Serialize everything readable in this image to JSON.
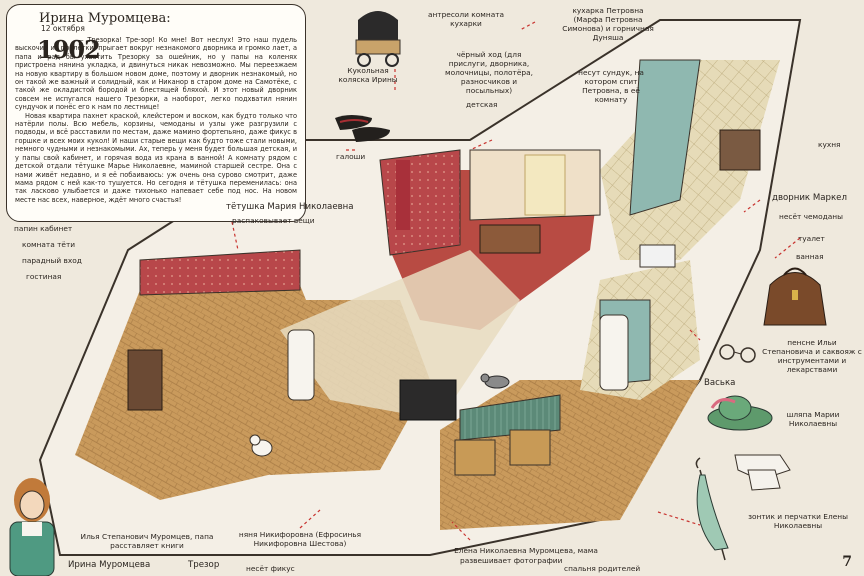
{
  "diary": {
    "author": "Ирина Муромцева:",
    "date": "12 октября",
    "year": "1902",
    "paragraph1": "— Трезорка! Тре-зор! Ко мне! Вот неслух! Это наш пудель выскочил из пролётки, прыгает вокруг незнакомого дворника и громко лает, а папа и рад бы ухватить Трезорку за ошейник, но у папы на коленях пристроена нянина укладка, и двинуться никак невозможно. Мы переезжаем на новую квартиру в большом новом доме, поэтому и дворник незнакомый, но он такой же важный и солидный, как и Никанор в старом доме на Самотёке, с такой же окладистой бородой и блестящей бляхой. И этот новый дворник совсем не испугался нашего Трезорки, а наоборот, легко подхватил нянин сундучок и понёс его к нам по лестнице!",
    "paragraph2": "Новая квартира пахнет краской, клейстером и воском, как будто только что натёрли полы. Всю мебель, корзины, чемоданы и узлы уже разгрузили с подводы, и всё расставили по местам, даже мамино фортепьяно, даже фикус в горшке и всех моих кукол! И наши старые вещи как будто тоже стали новыми, немного чудными и незнакомыми. Ах, теперь у меня будет большая детская, и у папы свой кабинет, и горячая вода из крана в ванной! А комнату рядом с детской отдали тётушке Марье Николаевне, маминой старшей сестре. Она с нами живёт недавно, и я её побаиваюсь: уж очень она сурово смотрит, даже мама рядом с ней как-то тушуется. Но сегодня и тётушка переменилась: она так ласково улыбается и даже тихонько напевает себе под нос. На новом месте нас всех, наверное, ждёт много счастья!"
  },
  "labels": {
    "doll_pram": "Кукольная коляска Ирины",
    "galoshes": "галоши",
    "mezzanine": "антресоли комната кухарки",
    "back_entrance": "чёрный ход (для прислуги, дворника, молочницы, полотёра, разносчиков и посыльных)",
    "nursery": "детская",
    "cook": "кухарка Петровна (Марфа Петровна Симонова) и горничная Дуняша",
    "cook_action": "несут сундук, на котором спит Петровна, в её комнату",
    "kitchen": "кухня",
    "janitor": "дворник Маркел",
    "janitor_action": "несёт чемоданы",
    "toilet": "туалет",
    "bathroom": "ванная",
    "pince_nez": "пенсне Ильи Степановича и саквояж с инструментами и лекарствами",
    "vaska": "Васька",
    "hat": "шляпа Марии Николаевны",
    "parasol": "зонтик и перчатки Елены Николаевны",
    "aunt": "тётушка Мария Николаевна",
    "aunt_action": "распаковывает вещи",
    "papa_study": "папин кабинет",
    "aunt_room": "комната тёти",
    "front_entrance": "парадный вход",
    "living_room": "гостиная",
    "father": "Илья Степанович Муромцев, папа расставляет книги",
    "irina": "Ирина Муромцева",
    "trezor": "Трезор",
    "nanny": "няня Никифоровна (Ефросинья Никифоровна Шестова)",
    "nanny_action": "несёт фикус",
    "mother": "Елена Николаевна Муромцева, мама",
    "mother_action": "развешивает фотографии",
    "parents_bedroom": "спальня родителей",
    "page_number": "7"
  },
  "colors": {
    "background": "#efe9dd",
    "ink": "#2a241e",
    "wall_red": "#b8474a",
    "wall_teal": "#8fb8b0",
    "floor_parquet": "#c99a5c",
    "floor_tile": "#e1d6b4",
    "wall_top": "#f4efe6"
  }
}
